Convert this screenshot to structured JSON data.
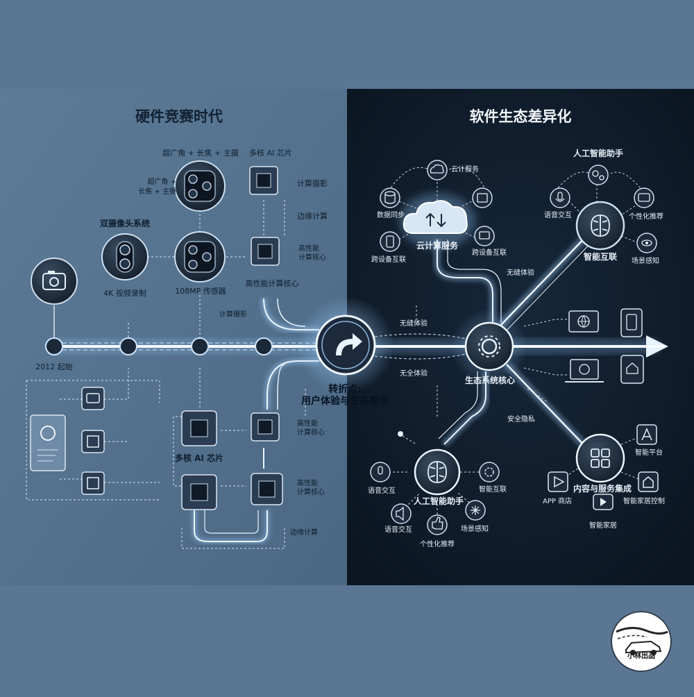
{
  "left_panel": {
    "title": "硬件竞赛时代",
    "labels": {
      "top_camera": "超广角 + 长焦 + 主摄",
      "top_camera_side_line1": "超广角 +",
      "top_camera_side_line2": "长焦 + 主摄",
      "multicore_top": "多核 AI 芯片",
      "compute_photo_1": "计算摄影",
      "edge_compute_1": "边缘计算",
      "dual_camera": "双摄像头系统",
      "hp_core_side_1_line1": "高性能",
      "hp_core_side_1_line2": "计算核心",
      "video_4k": "4K 视频录制",
      "sensor_108": "108MP 传感器",
      "hp_core_main": "高性能计算核心",
      "compute_photo_2": "计算摄影",
      "start_2012": "2012 起始",
      "hp_core_side_2_line1": "高性能",
      "hp_core_side_2_line2": "计算核心",
      "multicore_bottom": "多核 AI 芯片",
      "hp_core_side_3_line1": "高性能",
      "hp_core_side_3_line2": "计算核心",
      "edge_compute_2": "边缘计算"
    }
  },
  "turning_point": {
    "title_line1": "转折点:",
    "title_line2": "用户体验与生态整合",
    "upper_label": "无缝体验",
    "lower_label": "无全体验"
  },
  "right_panel": {
    "title": "软件生态差异化",
    "labels": {
      "cloud_service_small": "云计服务",
      "data_sync": "数据同步",
      "cloud_compute": "云计算服务",
      "cross_device_1": "跨设备互联",
      "cross_device_2": "跨设备互联",
      "ai_assistant_top": "人工智能助手",
      "voice_top": "语音交互",
      "personalized_top": "个性化推荐",
      "smart_connect": "智能互联",
      "scene_top": "场景感知",
      "seamless": "无缝体验",
      "eco_core": "生态系统核心",
      "security": "安全隐私",
      "smart_platform": "智能平台",
      "voice_bottom_1": "语音交互",
      "ai_assistant_bottom": "人工智能助手",
      "smart_connect_2": "智能互联",
      "content_service": "内容与服务集成",
      "app_store": "APP 商店",
      "smart_home_control": "智能家居控制",
      "voice_bottom_2": "语音交互",
      "scene_bottom": "场景感知",
      "personalized_bottom": "个性化推荐",
      "smart_home": "智能家居"
    }
  },
  "watermark": {
    "text": "小林出品"
  },
  "colors": {
    "background": "#5b7693",
    "left_panel": "#4e6a86",
    "right_panel": "#0d1825",
    "glow": "#cfe6ff",
    "node": "#1d2b3b"
  },
  "icons": [
    "camera-icon",
    "chip-icon",
    "cloud-icon",
    "brain-icon",
    "gear-icon",
    "arrow-turn-icon",
    "phone-icon",
    "globe-icon",
    "home-icon",
    "laptop-icon",
    "tablet-icon",
    "mic-icon",
    "chat-icon",
    "eye-icon",
    "network-icon",
    "apps-grid-icon",
    "app-store-icon",
    "play-icon",
    "video-icon",
    "thumbs-up-icon",
    "speaker-icon",
    "database-icon",
    "sync-icon"
  ]
}
